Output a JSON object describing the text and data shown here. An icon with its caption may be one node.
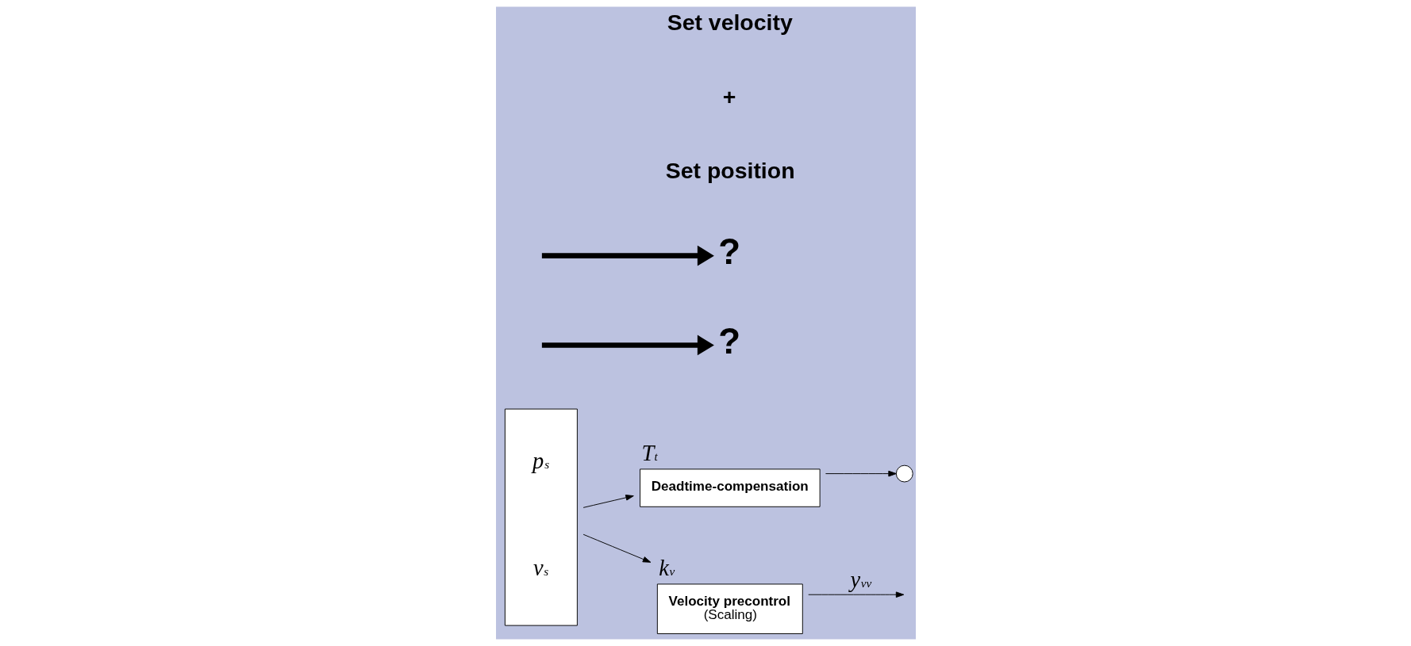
{
  "diagram": {
    "nodes": [
      {
        "text": [
          "p$_{s}$",
          "v$_{s}$"
        ]
      },
      {
        "text": [
          "Deadtime-compensation"
        ],
        "beside": [
          "T$_{t}$"
        ]
      },
      {
        "text": [],
        "shape": "circle"
      },
      {
        "text": [
          "?"
        ]
      },
      {
        "text": [
          "Velocity precontrol",
          "(Scaling)"
        ],
        "beside": [
          "k$_{v}$"
        ]
      },
      {
        "text": [
          "?"
        ]
      }
    ],
    "edges": [
      {
        "from": 0,
        "to": 1,
        "arrow": "to"
      },
      {
        "from": 1,
        "to": 2,
        "arrow": "to"
      },
      {
        "from": null,
        "to": 3,
        "arrow": "to",
        "style": "thick"
      },
      {
        "from": 0,
        "to": 4,
        "arrow": "to"
      },
      {
        "from": 4,
        "to": null,
        "arrow": "to",
        "label": "y$_{vv}$"
      },
      {
        "from": null,
        "to": 5,
        "arrow": "to",
        "style": "thick"
      }
    ],
    "labels": [
      "Set position",
      "+",
      "Set velocity"
    ]
  }
}
